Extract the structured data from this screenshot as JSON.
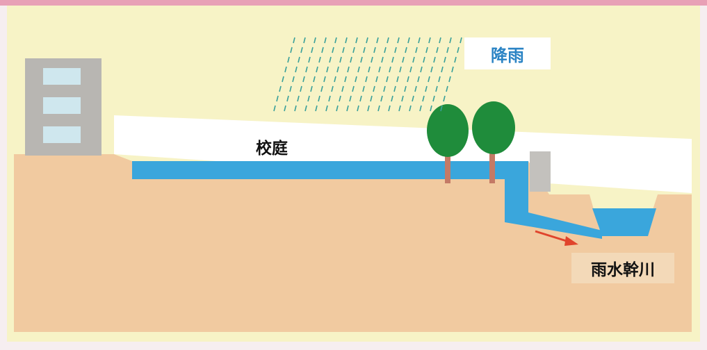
{
  "labels": {
    "rain": "降雨",
    "schoolyard": "校庭",
    "river": "雨水幹川"
  },
  "colors": {
    "sky": "#f7f3c6",
    "ground": "#f1caa0",
    "water": "#3aa6dc",
    "yard": "#ffffff",
    "building": "#b8b6b2",
    "window": "#cfe7ee",
    "tree_foliage": "#1f8c3b",
    "tree_trunk": "#c47a66",
    "rain": "#3aa09a",
    "flow_arrow": "#e0442c",
    "frame": "#e8a0b6"
  },
  "icons": {
    "building": "school-building-icon",
    "tree": "tree-icon",
    "rain": "rain-icon",
    "arrow": "flow-arrow-icon"
  }
}
